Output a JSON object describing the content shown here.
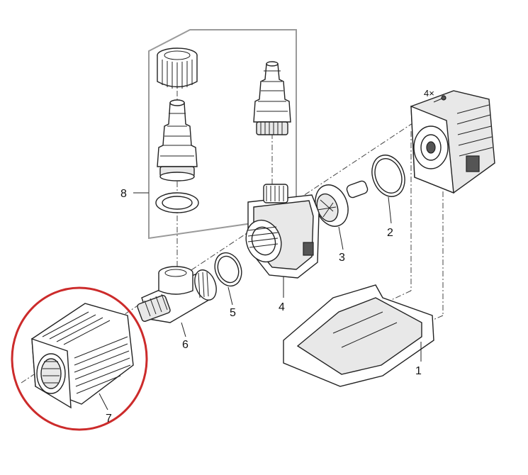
{
  "labels": {
    "p1": "1",
    "p2": "2",
    "p3": "3",
    "p4": "4",
    "p5": "5",
    "p6": "6",
    "p7": "7",
    "p8": "8",
    "screws": "4×"
  },
  "colors": {
    "highlight_circle": "#cc2b2b",
    "line": "#222222",
    "frame": "#9a9a9a"
  }
}
